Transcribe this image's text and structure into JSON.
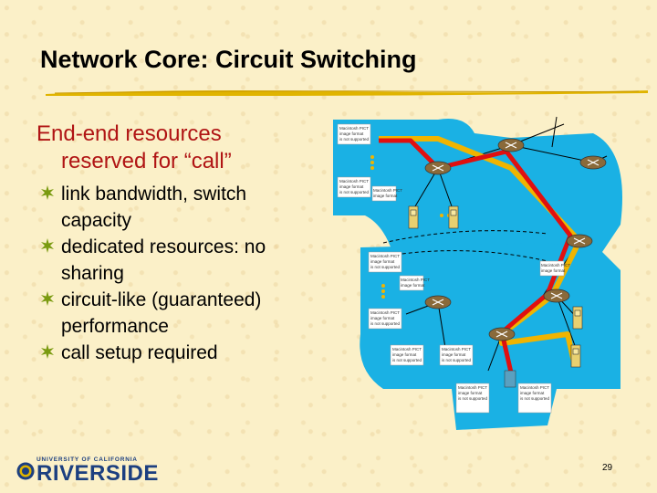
{
  "slide": {
    "title": "Network Core: Circuit Switching",
    "lead_line1": "End-end resources",
    "lead_line2": "reserved for “call”",
    "bullets": [
      "link bandwidth,  switch capacity",
      "dedicated resources: no sharing",
      "circuit-like (guaranteed) performance",
      "call setup required"
    ],
    "page_number": "29"
  },
  "logo": {
    "top_text": "UNIVERSITY OF CALIFORNIA",
    "main_text": "RIVERSIDE"
  },
  "diagram": {
    "placeholder_line1": "Macintosh PICT",
    "placeholder_line2": "image format",
    "placeholder_line3": "is not supported"
  },
  "colors": {
    "background": "#fbf0c8",
    "title_underline": "#e0b400",
    "lead_text": "#b01414",
    "network_cloud": "#1ab1e4",
    "path_red": "#e01010",
    "path_yellow": "#f0b400",
    "router": "#8a6a3a",
    "logo_blue": "#1c3f80"
  }
}
